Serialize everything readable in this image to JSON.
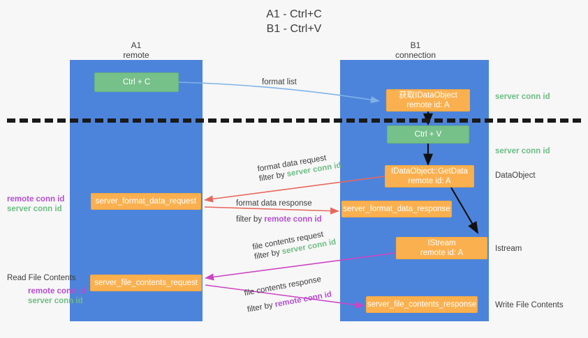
{
  "title": {
    "line1": "A1 - Ctrl+C",
    "line2": "B1 - Ctrl+V"
  },
  "lanes": [
    {
      "id": "a1",
      "name": "A1",
      "role": "remote",
      "color": "#4d84db"
    },
    {
      "id": "b1",
      "name": "B1",
      "role": "connection",
      "color": "#4d84db"
    }
  ],
  "colors": {
    "lane": "#4d84db",
    "green_node": "#76c08a",
    "orange_node": "#fbb04f",
    "server_conn_id": "#6ebd84",
    "remote_conn_id": "#b24fd0",
    "arrow_blue": "#7fb3e8",
    "arrow_black": "#111111",
    "arrow_red": "#e8675c",
    "arrow_magenta": "#cc44c4",
    "dashed_line": "#1a1a1a"
  },
  "nodes": {
    "ctrl_c": {
      "label": "Ctrl + C",
      "kind": "green"
    },
    "get_idataobject": {
      "line1": "获取IDataObject",
      "line2": "remote id: A",
      "kind": "orange"
    },
    "ctrl_v": {
      "label": "Ctrl + V",
      "kind": "green"
    },
    "idataobject_getdata": {
      "line1": "IDataObject::GetData",
      "line2": "remote id: A",
      "kind": "orange"
    },
    "istream": {
      "line1": "IStream",
      "line2": "remote id: A",
      "kind": "orange"
    },
    "server_format_data_request": {
      "label": "server_format_data_request",
      "kind": "orange"
    },
    "server_format_data_response": {
      "label": "server_format_data_response",
      "kind": "orange"
    },
    "server_file_contents_request": {
      "label": "server_file_contents_request",
      "kind": "orange"
    },
    "server_file_contents_response": {
      "label": "server_file_contents_response",
      "kind": "orange"
    }
  },
  "edge_labels": {
    "format_list": "format list",
    "format_data_request": "format data request",
    "format_data_response": "format data response",
    "file_contents_request": "file contents request",
    "file_contents_response": "file contents response",
    "filter_by": "filter by ",
    "server_conn_id": "server conn id",
    "remote_conn_id": "remote conn id"
  },
  "right_labels": [
    {
      "id": "server-conn-id-top",
      "text": "server conn id",
      "style": "server"
    },
    {
      "id": "server-conn-id-mid",
      "text": "server conn id",
      "style": "server"
    },
    {
      "id": "dataobject",
      "text": "DataObject",
      "style": "plain"
    },
    {
      "id": "istream",
      "text": "Istream",
      "style": "plain"
    },
    {
      "id": "write-file-contents",
      "text": "Write File Contents",
      "style": "plain"
    }
  ],
  "left_labels": {
    "group_top": {
      "remote": "remote conn id",
      "server": "server conn id"
    },
    "group_bottom": {
      "heading": "Read File Contents",
      "remote": "remote conn id",
      "server": "server conn id"
    }
  }
}
